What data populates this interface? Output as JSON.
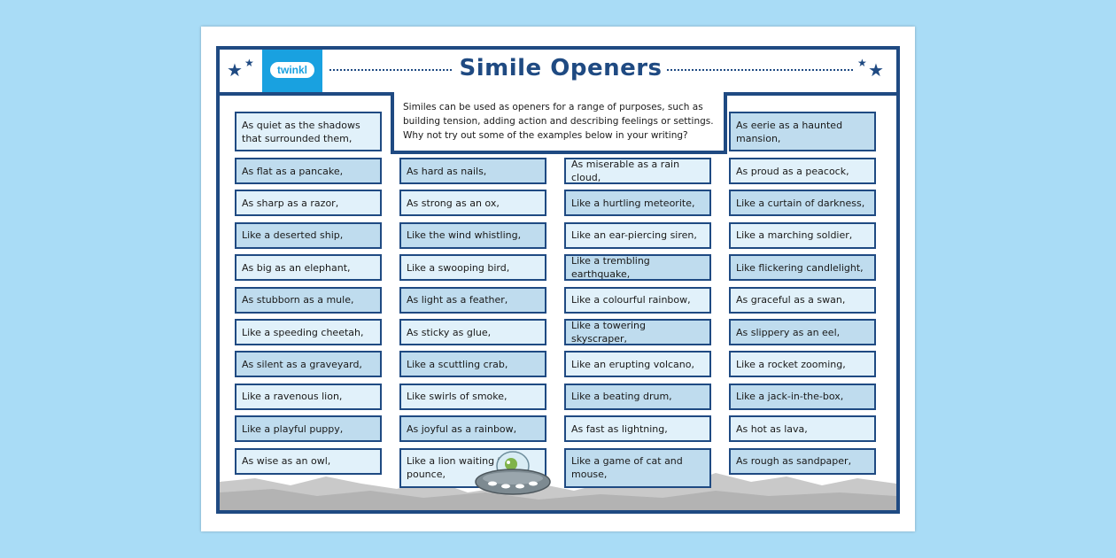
{
  "title": "Simile Openers",
  "logo_text": "twinkl",
  "intro": "Similes can be used as openers for a range of purposes, such as building tension, adding action and describing feelings or settings. Why not try out some of the examples below in your writing?",
  "colors": {
    "background": "#a9dcf6",
    "frame": "#1f4a82",
    "box_light": "#e1f1fa",
    "box_mid": "#bfdcee",
    "logo": "#19a1e0"
  },
  "icons": [
    "star-icon",
    "twinkl-logo",
    "ufo-illustration",
    "moon-hills-illustration"
  ],
  "columns": [
    [
      "As quiet as the shadows that surrounded them,",
      "As flat as a pancake,",
      "As sharp as a razor,",
      "Like a deserted ship,",
      "As big as an elephant,",
      "As stubborn as a mule,",
      "Like a speeding cheetah,",
      "As silent as a graveyard,",
      "Like a ravenous lion,",
      "Like a playful puppy,",
      "As wise as an owl,"
    ],
    [
      "As hard as nails,",
      "As strong as an ox,",
      "Like the wind whistling,",
      "Like a swooping bird,",
      "As light as a feather,",
      "As sticky as glue,",
      "Like a scuttling crab,",
      "Like swirls of smoke,",
      "As joyful as a rainbow,",
      "Like a lion waiting to pounce,"
    ],
    [
      "As miserable as a rain cloud,",
      "Like a hurtling meteorite,",
      "Like an ear-piercing siren,",
      "Like a trembling earthquake,",
      "Like a colourful rainbow,",
      "Like a towering skyscraper,",
      "Like an erupting volcano,",
      "Like a beating drum,",
      "As fast as lightning,",
      "Like a game of cat and mouse,"
    ],
    [
      "As eerie as a haunted mansion,",
      "As proud as a peacock,",
      "Like a curtain of darkness,",
      "Like a marching soldier,",
      "Like flickering candlelight,",
      "As graceful as a swan,",
      "As slippery as an eel,",
      "Like a rocket zooming,",
      "Like a jack-in-the-box,",
      "As hot as lava,",
      "As rough as sandpaper,"
    ]
  ]
}
